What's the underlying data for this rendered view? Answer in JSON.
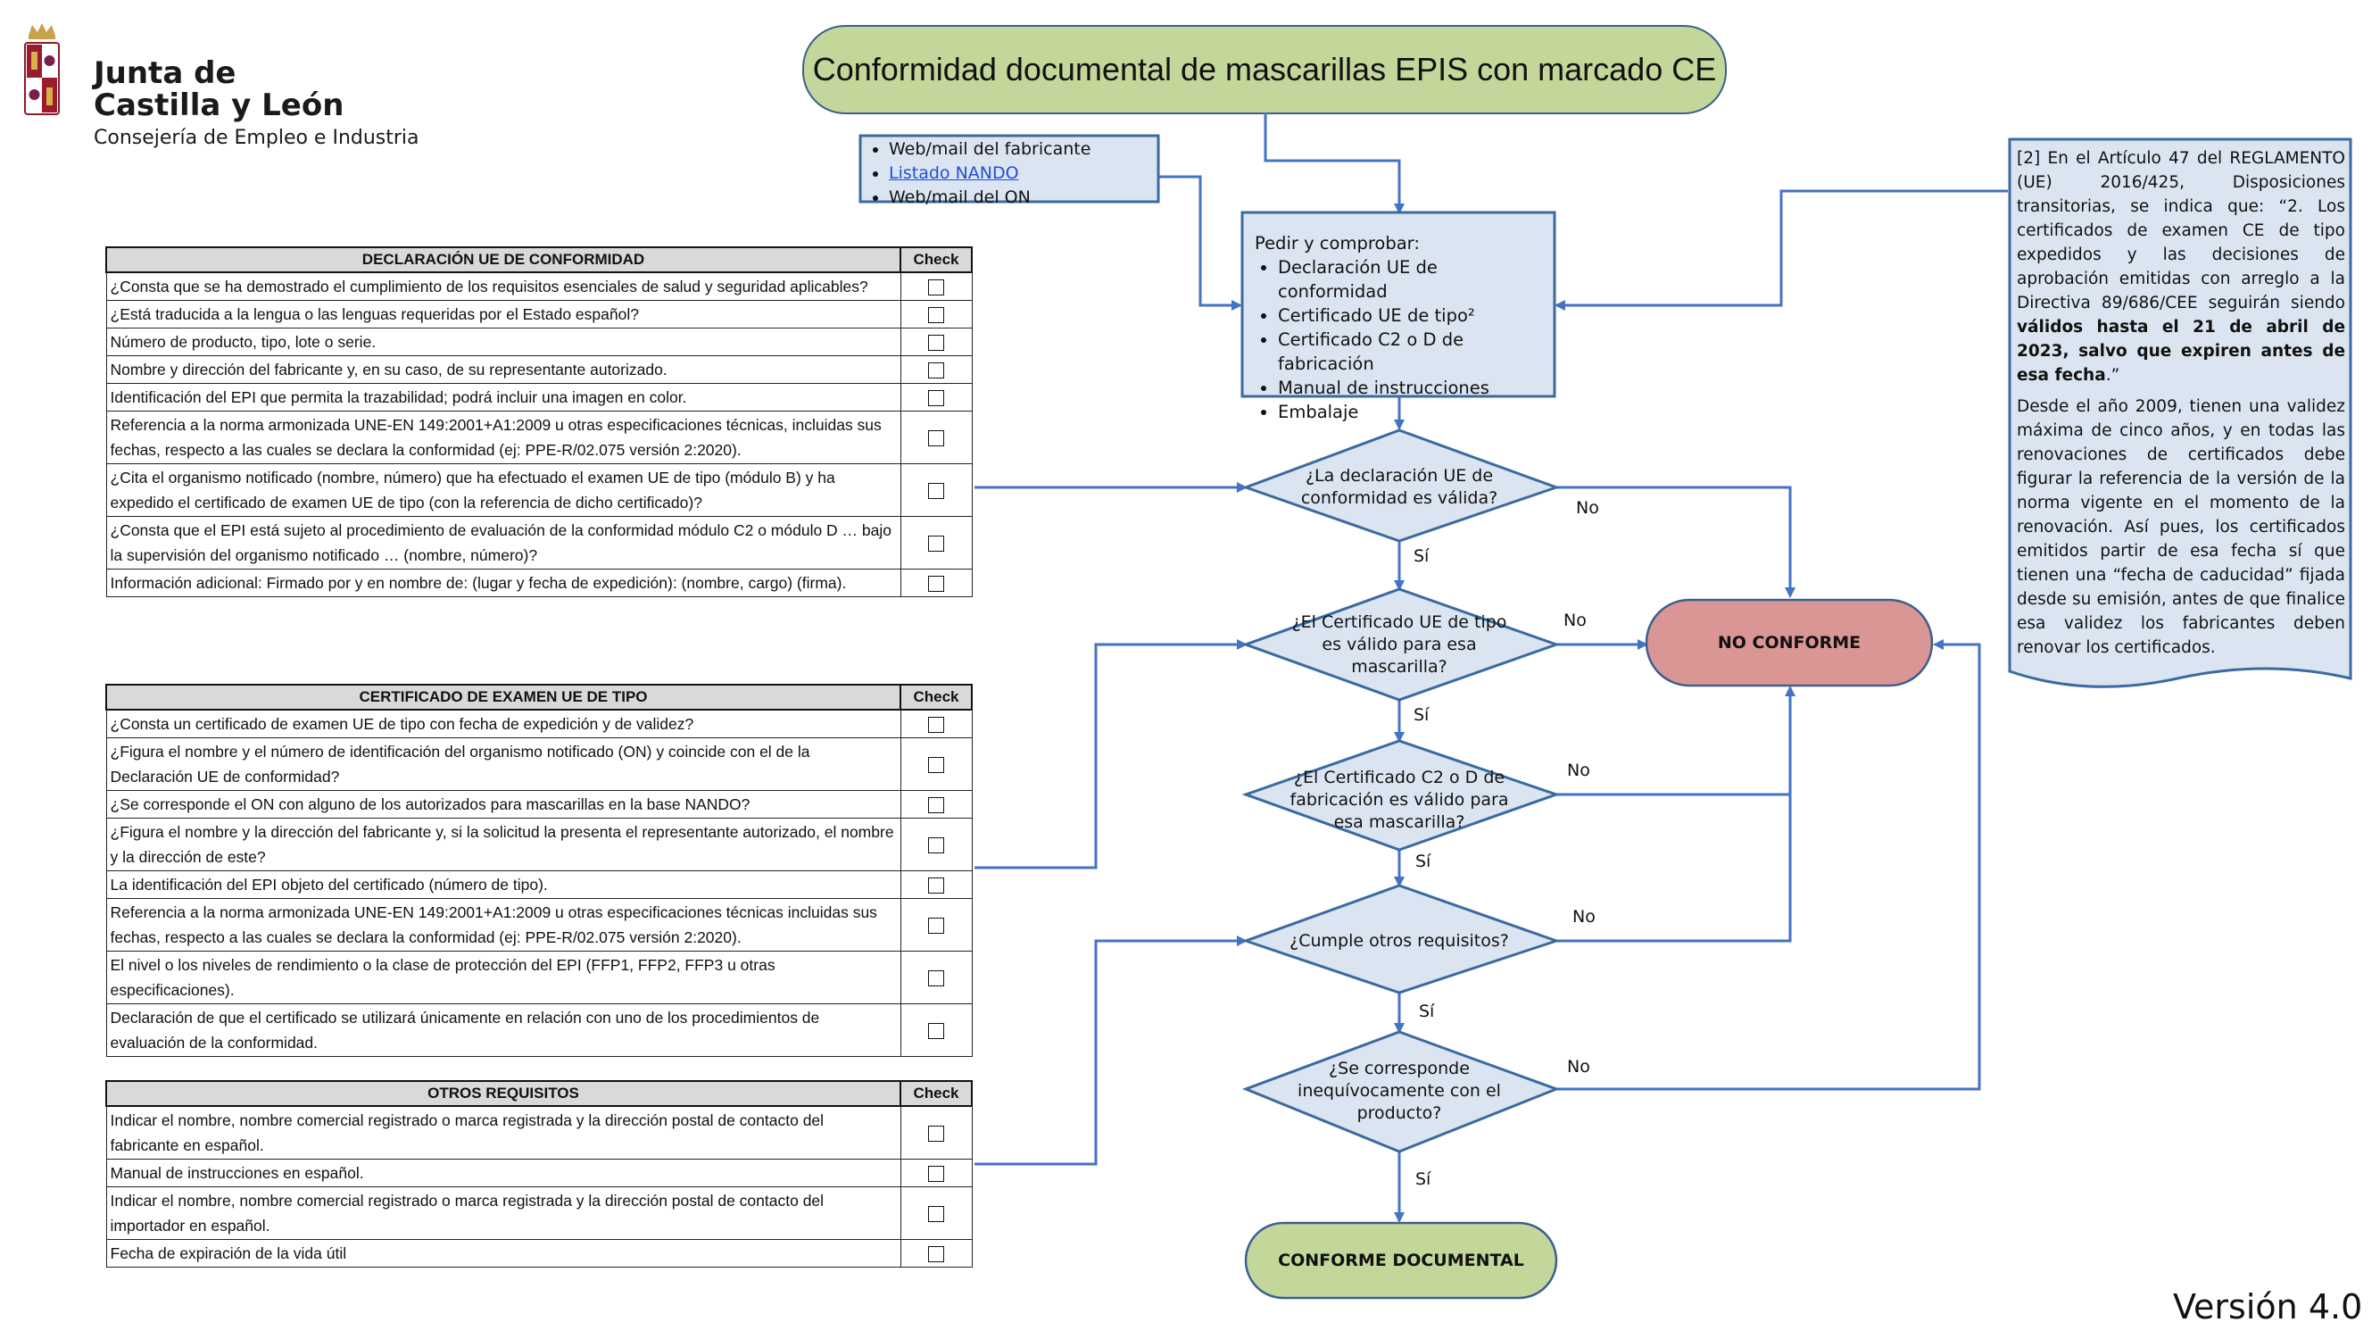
{
  "logo": {
    "brand_line1": "Junta de",
    "brand_line2": "Castilla y León",
    "subtitle": "Consejería de Empleo e Industria"
  },
  "title": "Conformidad documental de mascarillas EPIS con marcado CE",
  "sources_box": {
    "items": [
      "Web/mail del fabricante",
      "Listado NANDO",
      "Web/mail del ON"
    ]
  },
  "request_box": {
    "heading": "Pedir y comprobar:",
    "items": [
      "Declaración UE de conformidad",
      "Certificado UE de tipo²",
      "Certificado C2 o D de fabricación",
      "Manual de instrucciones",
      "Embalaje"
    ]
  },
  "note_box": {
    "p1_lead": "[2] En el Artículo 47 del REGLAMENTO (UE) 2016/425, Disposiciones transitorias, se indica que: “2. Los certificados de examen CE de tipo expedidos y las decisiones de aprobación emitidas con arreglo a la Directiva 89/686/CEE seguirán siendo ",
    "p1_bold": "válidos hasta el 21 de abril de 2023, salvo que expiren antes de esa fecha",
    "p1_end": ".”",
    "p2": "Desde el año 2009, tienen una validez máxima de cinco años, y en todas las renovaciones de certificados debe figurar la referencia de la versión de la norma vigente en el momento de la renovación. Así pues, los certificados emitidos partir de esa fecha sí que tienen una “fecha de caducidad” fijada desde su emisión, antes de que finalice esa validez los fabricantes deben renovar los certificados."
  },
  "table1": {
    "header": "DECLARACIÓN UE DE CONFORMIDAD",
    "check_header": "Check",
    "rows": [
      "¿Consta que se ha demostrado el cumplimiento de los requisitos esenciales de salud y seguridad aplicables?",
      "¿Está traducida a la lengua o las lenguas requeridas por el Estado español?",
      "Número de producto, tipo, lote o serie.",
      "Nombre y dirección del fabricante y, en su caso, de su representante autorizado.",
      "Identificación del EPI que permita la trazabilidad; podrá incluir una imagen en color.",
      "Referencia a la norma armonizada UNE-EN 149:2001+A1:2009 u otras especificaciones técnicas, incluidas sus fechas, respecto a las cuales se declara la conformidad (ej: PPE-R/02.075 versión 2:2020).",
      "¿Cita el organismo notificado (nombre, número) que ha efectuado el examen UE de tipo (módulo B) y ha expedido el certificado de examen UE de tipo (con la referencia de dicho certificado)?",
      "¿Consta que el EPI está sujeto al procedimiento de evaluación de la conformidad módulo C2 o módulo D … bajo la supervisión del organismo notificado … (nombre, número)?",
      "Información adicional: Firmado por y en nombre de: (lugar y fecha de expedición): (nombre, cargo) (firma)."
    ]
  },
  "table2": {
    "header": "CERTIFICADO DE EXAMEN UE DE TIPO",
    "check_header": "Check",
    "rows": [
      "¿Consta un certificado de examen UE de tipo con fecha de expedición y de validez?",
      "¿Figura el nombre y el número de identificación del organismo notificado (ON) y coincide con el de la Declaración UE de conformidad?",
      "¿Se corresponde el ON con alguno de los autorizados para mascarillas en la base NANDO?",
      "¿Figura el nombre y la dirección del fabricante y, si la solicitud la presenta el representante autorizado, el nombre y la dirección de este?",
      "La identificación del EPI objeto del certificado (número de tipo).",
      "Referencia a la norma armonizada UNE-EN 149:2001+A1:2009 u otras especificaciones técnicas incluidas sus fechas, respecto a las cuales se declara la conformidad (ej: PPE-R/02.075 versión 2:2020).",
      "El nivel o los niveles de rendimiento o la clase de protección del EPI (FFP1, FFP2, FFP3 u otras especificaciones).",
      "Declaración de que el certificado se utilizará únicamente en relación con uno de los procedimientos de evaluación de la conformidad."
    ]
  },
  "table3": {
    "header": "OTROS REQUISITOS",
    "check_header": "Check",
    "rows": [
      "Indicar el nombre, nombre comercial registrado o marca registrada y la dirección postal de contacto del fabricante en español.",
      "Manual de instrucciones en español.",
      "Indicar el nombre, nombre comercial registrado o marca registrada y la dirección postal de contacto del importador en español.",
      "Fecha de expiración de la vida útil"
    ]
  },
  "flow": {
    "d1": "¿La declaración UE de conformidad es válida?",
    "d2": "¿El Certificado UE de tipo es válido para esa mascarilla?",
    "d3": "¿El Certificado C2 o D de fabricación es válido para esa mascarilla?",
    "d4": "¿Cumple otros requisitos?",
    "d5": "¿Se corresponde inequívocamente con el producto?",
    "no_conforme": "NO CONFORME",
    "conforme": "CONFORME DOCUMENTAL",
    "yes": "Sí",
    "no": "No"
  },
  "version": "Versión 4.0",
  "colors": {
    "title_fill": "#c4d79b",
    "box_fill": "#dbe5f1",
    "box_border": "#3b6aa0",
    "no_conforme_fill": "#da9694",
    "conforme_fill": "#c4d79b",
    "arrow": "#4472c4"
  }
}
